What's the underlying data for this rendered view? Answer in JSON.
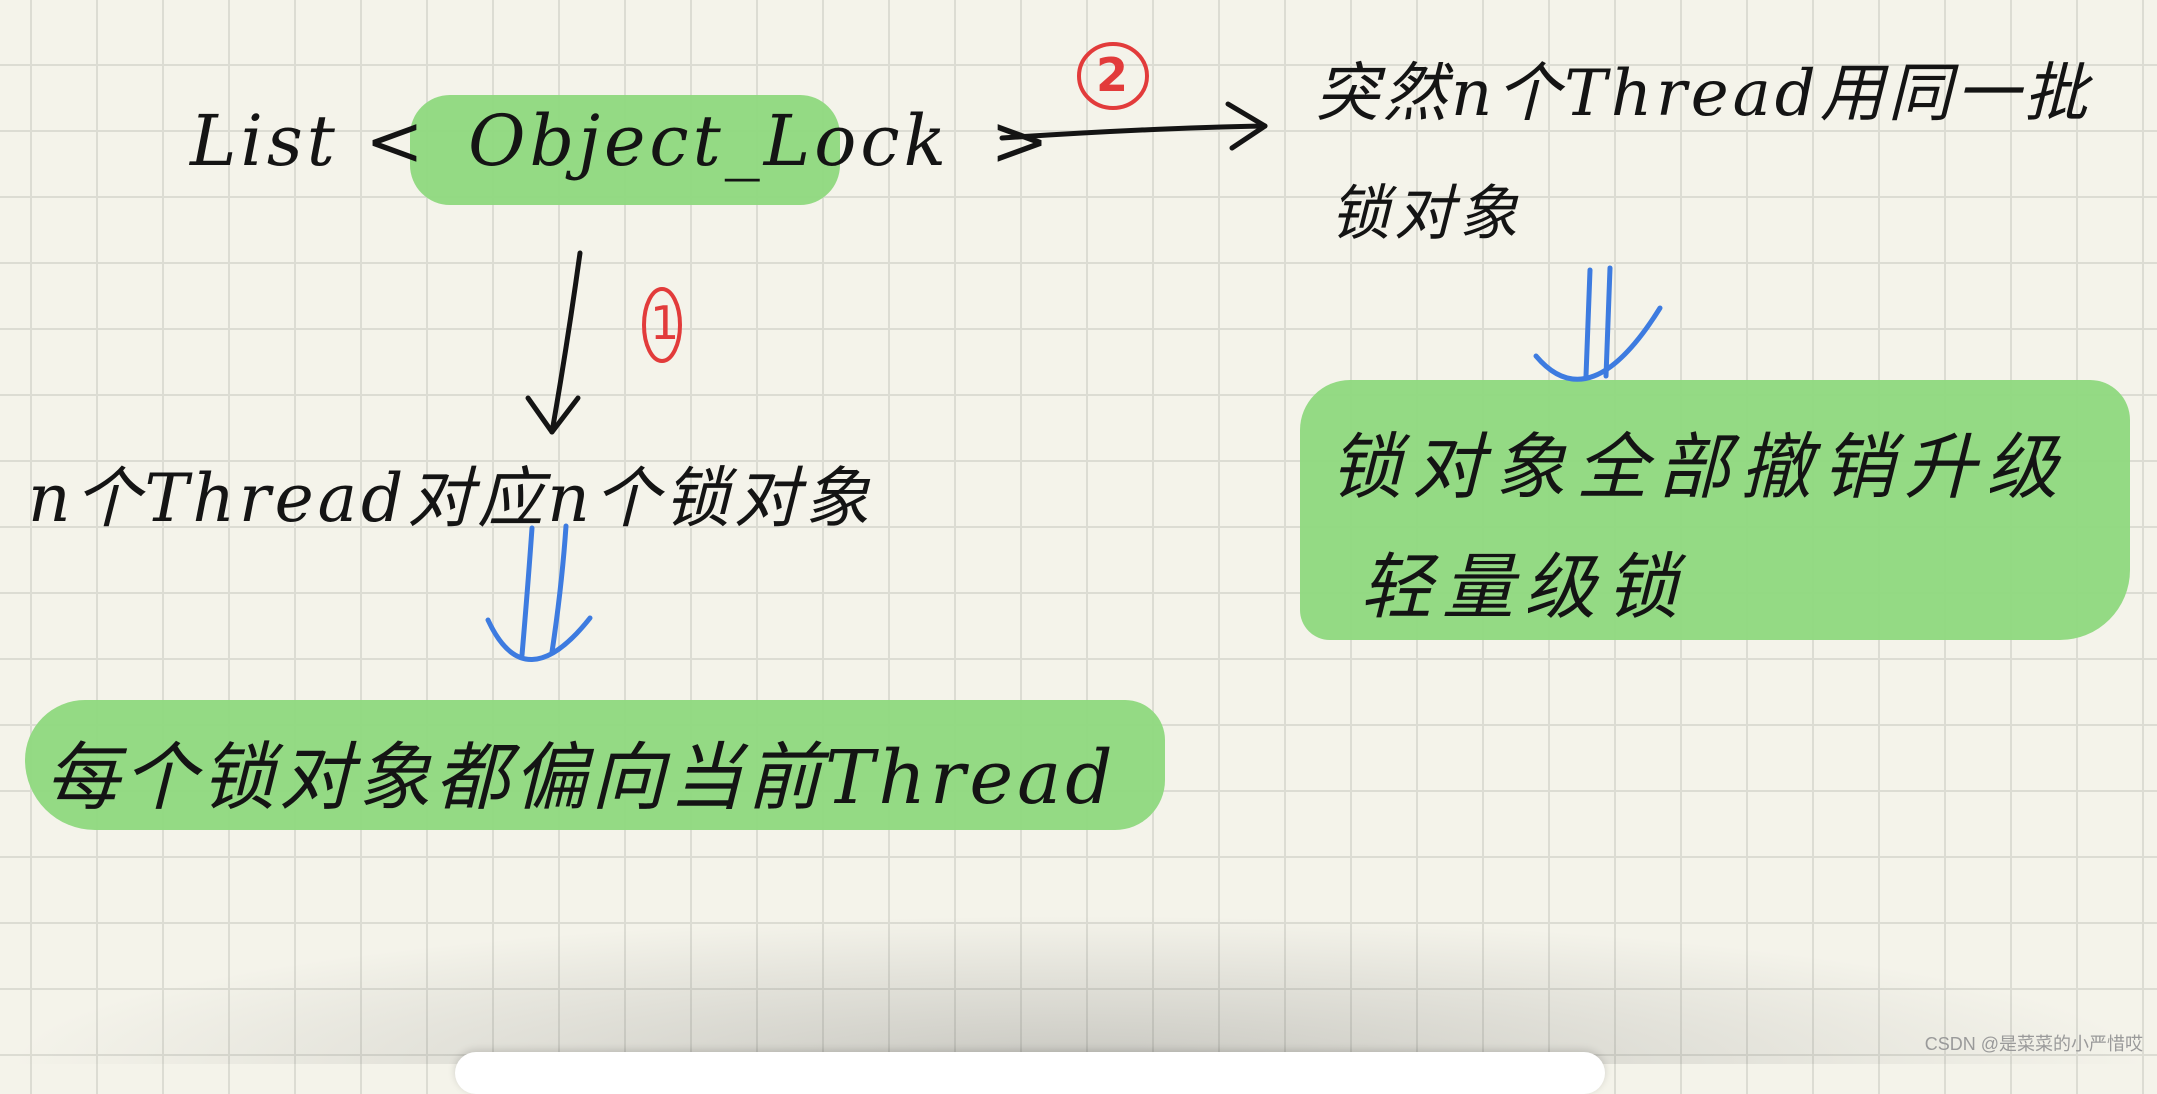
{
  "nodes": {
    "list_prefix": "List <",
    "list_object": "Object_Lock",
    "list_suffix": ">",
    "top_right_line1": "突然n个Thread用同一批",
    "top_right_line2": "锁对象",
    "middle_left": "n个Thread对应n个锁对象",
    "bottom_left": "每个锁对象都偏向当前Thread",
    "right_result_line1": "锁对象全部撤销升级",
    "right_result_line2": "轻量级锁"
  },
  "markers": {
    "one": "1",
    "two": "2"
  },
  "colors": {
    "ink": "#141414",
    "highlight": "#8ed87e",
    "marker": "#e23b3b",
    "double_arrow": "#3d7be0",
    "background": "#f4f3ea"
  },
  "watermark": "CSDN @是菜菜的小严惜哎"
}
